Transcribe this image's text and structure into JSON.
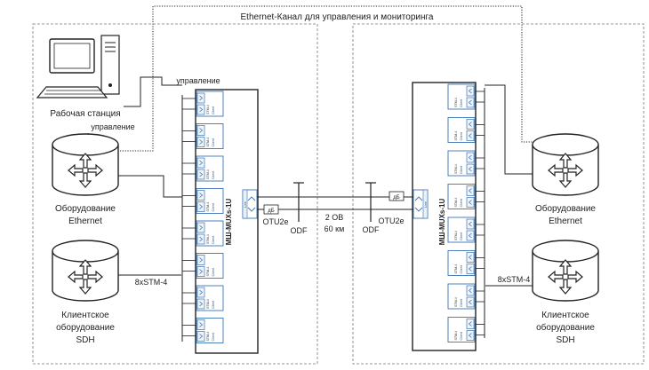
{
  "top_channel_label": "Ethernet-Канал для управления и мониторинга",
  "left_site": {
    "workstation_label": "Рабочая станция",
    "mgmt_label_1": "управление",
    "mgmt_label_2": "управление",
    "ethernet_label_1": "Оборудование",
    "ethernet_label_2": "Ethernet",
    "sdh_label_1": "Клиентское",
    "sdh_label_2": "оборудование",
    "sdh_label_3": "SDH",
    "stm_label": "8xSTM-4"
  },
  "right_site": {
    "ethernet_label_1": "Оборудование",
    "ethernet_label_2": "Ethernet",
    "sdh_label_1": "Клиентское",
    "sdh_label_2": "оборудование",
    "sdh_label_3": "SDH",
    "stm_label": "8xSTM-4"
  },
  "device_model": "МШ-MUXs-1U",
  "line": {
    "otu_left": "OTU2e",
    "otu_right": "OTU2e",
    "odf_left": "ODF",
    "odf_right": "ODF",
    "fibers": "2 ОВ",
    "distance": "60 км",
    "db_left": "дБ",
    "db_right": "дБ"
  },
  "module_labels": {
    "stm": "STM-4",
    "client": "Client",
    "line": "Line"
  }
}
